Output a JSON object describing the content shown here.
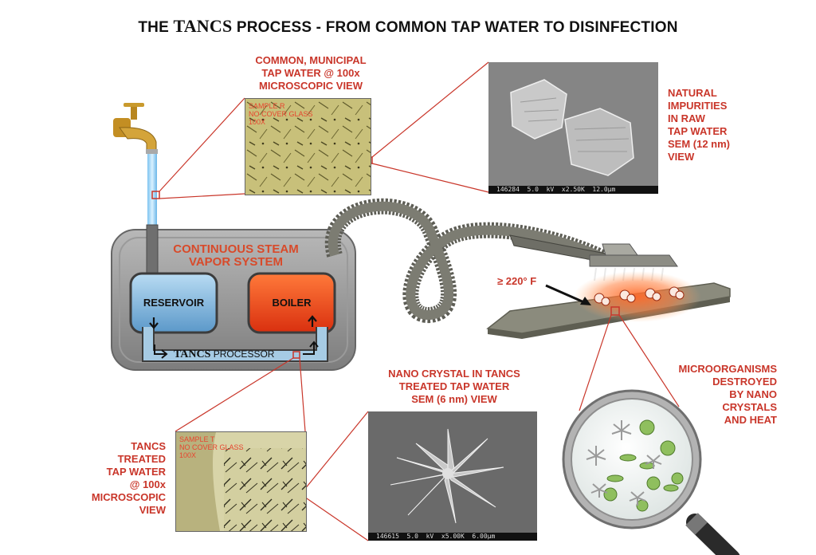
{
  "title": {
    "prefix": "THE",
    "brand": "TANCS",
    "rest": "PROCESS - FROM COMMON TAP WATER TO DISINFECTION"
  },
  "tap_water_caption": [
    "COMMON, MUNICIPAL",
    "TAP WATER @ 100x",
    "MICROSCOPIC VIEW"
  ],
  "sample_r_label": [
    "SAMPLE R",
    "NO COVER GLASS",
    "100X"
  ],
  "impurities_caption": [
    "NATURAL",
    "IMPURITIES",
    "IN RAW",
    "TAP WATER",
    "SEM (12 nm)",
    "VIEW"
  ],
  "sem_top_bar": "146284  5.0  kV  x2.50K  12.0µm",
  "steam_system": {
    "title": [
      "CONTINUOUS STEAM",
      "VAPOR SYSTEM"
    ],
    "reservoir": "RESERVOIR",
    "boiler": "BOILER",
    "processor_brand": "TANCS",
    "processor_word": "PROCESSOR"
  },
  "temperature_label": "≥ 220° F",
  "nano_crystal_caption": [
    "NANO CRYSTAL IN TANCS",
    "TREATED  TAP WATER",
    "SEM (6 nm) VIEW"
  ],
  "sem_bottom_bar": "146615  5.0  kV  x5.00K  6.00µm",
  "treated_caption": [
    "TANCS",
    "TREATED",
    "TAP WATER",
    "@ 100x",
    "MICROSCOPIC",
    "VIEW"
  ],
  "sample_t_label": [
    "SAMPLE T",
    "NO COVER GLASS",
    "100X"
  ],
  "microorganisms_caption": [
    "MICROORGANISMS",
    "DESTROYED",
    "BY NANO",
    "CRYSTALS",
    "AND HEAT"
  ],
  "colors": {
    "accent_red": "#c9362a",
    "reservoir_blue": "#6aa8d6",
    "boiler_red": "#e8421e",
    "processor_blue": "#a6cbe4"
  }
}
